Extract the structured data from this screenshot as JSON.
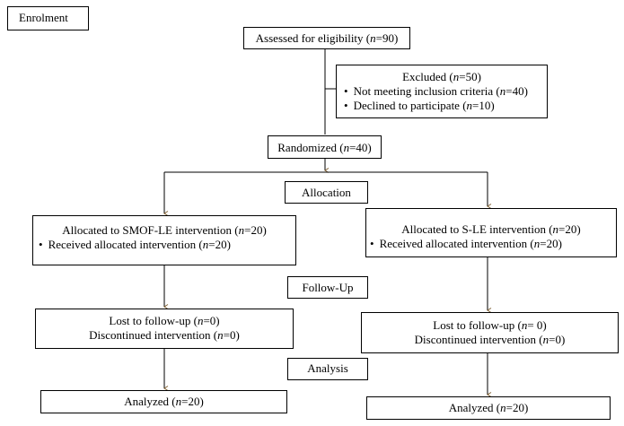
{
  "stage_labels": {
    "enrolment": "Enrolment",
    "allocation": "Allocation",
    "follow_up": "Follow-Up",
    "analysis": "Analysis"
  },
  "assessed": {
    "pre": "Assessed for eligibility (",
    "n": "n",
    "post": "=90)"
  },
  "excluded": {
    "title": {
      "pre": "Excluded (",
      "n": "n",
      "post": "=50)"
    },
    "items": [
      {
        "pre": "Not meeting inclusion criteria (",
        "n": "n",
        "post": "=40)"
      },
      {
        "pre": "Declined to participate (",
        "n": "n",
        "post": "=10)"
      }
    ]
  },
  "randomized": {
    "pre": "Randomized (",
    "n": "n",
    "post": "=40)"
  },
  "left": {
    "allocated": {
      "pre": "Allocated to SMOF-LE intervention (",
      "n": "n",
      "post": "=20)"
    },
    "received": {
      "pre": "Received allocated intervention (",
      "n": "n",
      "post": "=20)"
    },
    "lost": {
      "pre": "Lost to follow-up (",
      "n": "n",
      "post": "=0)"
    },
    "discontinued": {
      "pre": "Discontinued intervention (",
      "n": "n",
      "post": "=0)"
    },
    "analyzed": {
      "pre": "Analyzed (",
      "n": "n",
      "post": "=20)"
    }
  },
  "right": {
    "allocated": {
      "pre": "Allocated to S-LE intervention (",
      "n": "n",
      "post": "=20)"
    },
    "received": {
      "pre": "Received allocated intervention (",
      "n": "n",
      "post": "=20)"
    },
    "lost": {
      "pre": "Lost to follow-up (",
      "n": "n",
      "post": "= 0)"
    },
    "discontinued": {
      "pre": "Discontinued intervention (",
      "n": "n",
      "post": "=0)"
    },
    "analyzed": {
      "pre": "Analyzed (",
      "n": "n",
      "post": "=20)"
    }
  },
  "colors": {
    "line": "#000000",
    "arrow": "#7a5a2a"
  }
}
